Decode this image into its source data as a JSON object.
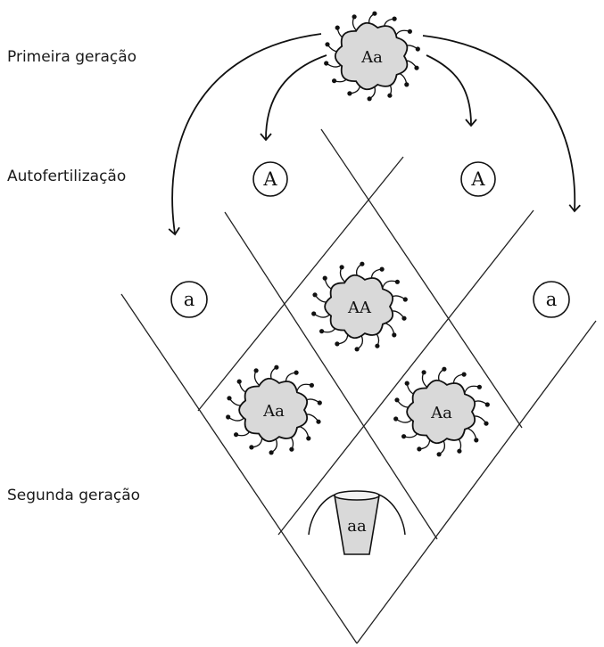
{
  "labels": {
    "first_generation": "Primeira geração",
    "self_fertilization": "Autofertilização",
    "second_generation": "Segunda geração"
  },
  "parent": {
    "genotype": "Aa"
  },
  "gametes": {
    "left_top": "A",
    "right_top": "A",
    "left_side": "a",
    "right_side": "a"
  },
  "offspring": {
    "top": "AA",
    "left": "Aa",
    "right": "Aa",
    "bottom": "aa"
  },
  "colors": {
    "ink": "#111111",
    "fill": "#d9d9d9"
  }
}
